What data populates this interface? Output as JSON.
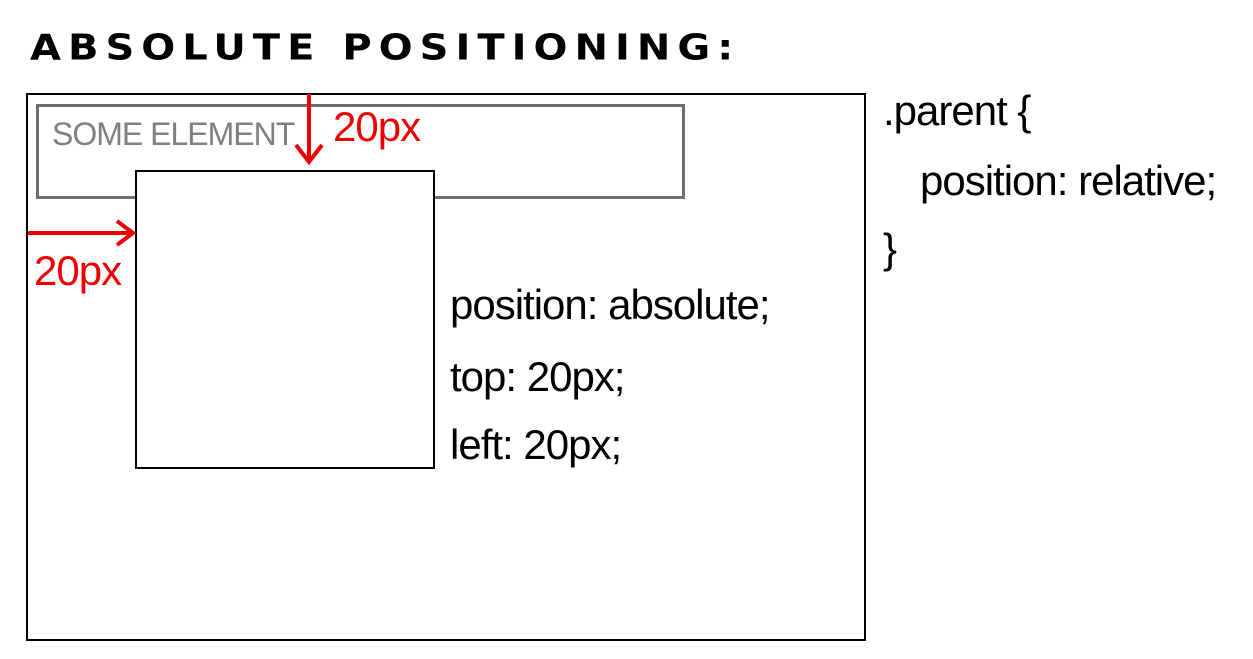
{
  "title": "ABSOLUTE POSITIONING:",
  "some_element_label": "SOME ELEMENT",
  "offset_top_label": "20px",
  "offset_left_label": "20px",
  "child_css": {
    "line1": "position: absolute;",
    "line2": "top: 20px;",
    "line3": "left: 20px;"
  },
  "parent_css": {
    "line1": ".parent {",
    "line2": "position: relative;",
    "line3": "}"
  },
  "colors": {
    "text": "#000000",
    "arrow": "#ee0000",
    "element_border": "#6e6e6e",
    "element_text": "#808080"
  }
}
